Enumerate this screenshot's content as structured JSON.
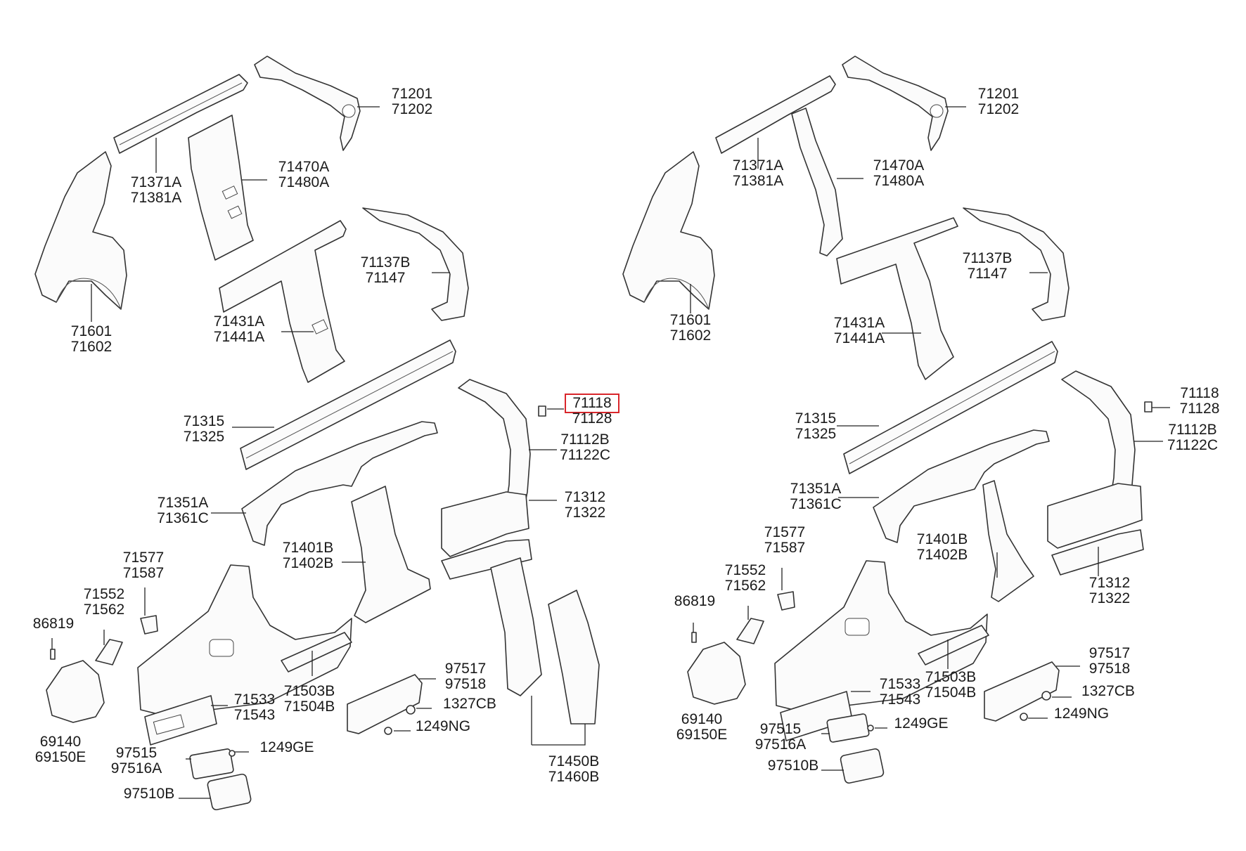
{
  "diagrams": [
    {
      "side": "left",
      "labels": [
        {
          "id": "l-71201",
          "lines": [
            "71201",
            "71202"
          ]
        },
        {
          "id": "l-71371A",
          "lines": [
            "71371A",
            "71381A"
          ]
        },
        {
          "id": "l-71470A",
          "lines": [
            "71470A",
            "71480A"
          ]
        },
        {
          "id": "l-71601",
          "lines": [
            "71601",
            "71602"
          ]
        },
        {
          "id": "l-71137B",
          "lines": [
            "71137B",
            "71147"
          ]
        },
        {
          "id": "l-71431A",
          "lines": [
            "71431A",
            "71441A"
          ]
        },
        {
          "id": "l-71118",
          "lines": [
            "71118",
            "71128"
          ],
          "highlighted": true
        },
        {
          "id": "l-71315",
          "lines": [
            "71315",
            "71325"
          ]
        },
        {
          "id": "l-71112B",
          "lines": [
            "71112B",
            "71122C"
          ]
        },
        {
          "id": "l-71312",
          "lines": [
            "71312",
            "71322"
          ]
        },
        {
          "id": "l-71351A",
          "lines": [
            "71351A",
            "71361C"
          ]
        },
        {
          "id": "l-71401B",
          "lines": [
            "71401B",
            "71402B"
          ]
        },
        {
          "id": "l-71577",
          "lines": [
            "71577",
            "71587"
          ]
        },
        {
          "id": "l-71552",
          "lines": [
            "71552",
            "71562"
          ]
        },
        {
          "id": "l-86819",
          "lines": [
            "86819"
          ]
        },
        {
          "id": "l-97517",
          "lines": [
            "97517",
            "97518"
          ]
        },
        {
          "id": "l-71503B",
          "lines": [
            "71503B",
            "71504B"
          ]
        },
        {
          "id": "l-1327CB",
          "lines": [
            "1327CB"
          ]
        },
        {
          "id": "l-71533",
          "lines": [
            "71533",
            "71543"
          ]
        },
        {
          "id": "l-1249NG",
          "lines": [
            "1249NG"
          ]
        },
        {
          "id": "l-69140",
          "lines": [
            "69140",
            "69150E"
          ]
        },
        {
          "id": "l-1249GE",
          "lines": [
            "1249GE"
          ]
        },
        {
          "id": "l-97515",
          "lines": [
            "97515",
            "97516A"
          ]
        },
        {
          "id": "l-71450B",
          "lines": [
            "71450B",
            "71460B"
          ]
        },
        {
          "id": "l-97510B",
          "lines": [
            "97510B"
          ]
        }
      ]
    },
    {
      "side": "right",
      "labels": [
        {
          "id": "r-71201",
          "lines": [
            "71201",
            "71202"
          ]
        },
        {
          "id": "r-71371A",
          "lines": [
            "71371A",
            "71381A"
          ]
        },
        {
          "id": "r-71470A",
          "lines": [
            "71470A",
            "71480A"
          ]
        },
        {
          "id": "r-71601",
          "lines": [
            "71601",
            "71602"
          ]
        },
        {
          "id": "r-71137B",
          "lines": [
            "71137B",
            "71147"
          ]
        },
        {
          "id": "r-71431A",
          "lines": [
            "71431A",
            "71441A"
          ]
        },
        {
          "id": "r-71118",
          "lines": [
            "71118",
            "71128"
          ]
        },
        {
          "id": "r-71315",
          "lines": [
            "71315",
            "71325"
          ]
        },
        {
          "id": "r-71112B",
          "lines": [
            "71112B",
            "71122C"
          ]
        },
        {
          "id": "r-71351A",
          "lines": [
            "71351A",
            "71361C"
          ]
        },
        {
          "id": "r-71577",
          "lines": [
            "71577",
            "71587"
          ]
        },
        {
          "id": "r-71401B",
          "lines": [
            "71401B",
            "71402B"
          ]
        },
        {
          "id": "r-71552",
          "lines": [
            "71552",
            "71562"
          ]
        },
        {
          "id": "r-71312",
          "lines": [
            "71312",
            "71322"
          ]
        },
        {
          "id": "r-86819",
          "lines": [
            "86819"
          ]
        },
        {
          "id": "r-97517",
          "lines": [
            "97517",
            "97518"
          ]
        },
        {
          "id": "r-71533",
          "lines": [
            "71533",
            "71543"
          ]
        },
        {
          "id": "r-71503B",
          "lines": [
            "71503B",
            "71504B"
          ]
        },
        {
          "id": "r-1327CB",
          "lines": [
            "1327CB"
          ]
        },
        {
          "id": "r-69140",
          "lines": [
            "69140",
            "69150E"
          ]
        },
        {
          "id": "r-1249NG",
          "lines": [
            "1249NG"
          ]
        },
        {
          "id": "r-97515",
          "lines": [
            "97515",
            "97516A"
          ]
        },
        {
          "id": "r-1249GE",
          "lines": [
            "1249GE"
          ]
        },
        {
          "id": "r-97510B",
          "lines": [
            "97510B"
          ]
        }
      ]
    }
  ],
  "colors": {
    "highlight": "#d9262b",
    "line": "#333333",
    "text": "#1a1a1a"
  }
}
